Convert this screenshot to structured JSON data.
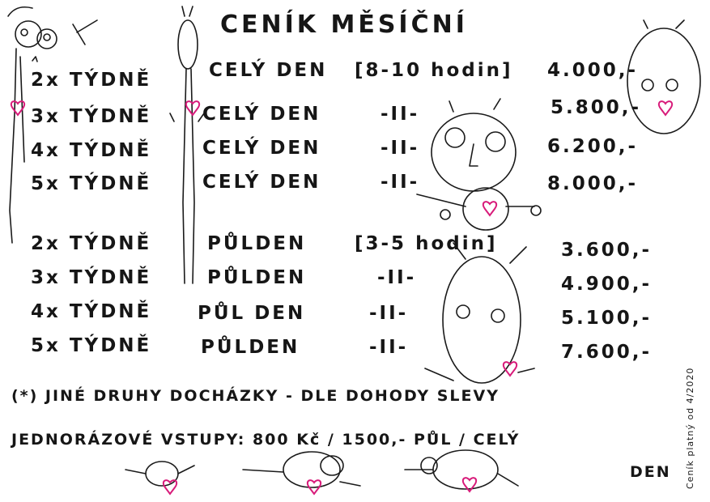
{
  "title": "CENÍK MĚSÍČNÍ",
  "full_day": [
    {
      "freq": "2x TÝDNĚ",
      "type": "CELÝ DEN",
      "note": "[8-10 hodin]",
      "price": "4.000,-"
    },
    {
      "freq": "3x TÝDNĚ",
      "type": "CELÝ DEN",
      "note": "-II-",
      "price": "5.800,-"
    },
    {
      "freq": "4x TÝDNĚ",
      "type": "CELÝ DEN",
      "note": "-II-",
      "price": "6.200,-"
    },
    {
      "freq": "5x TÝDNĚ",
      "type": "CELÝ DEN",
      "note": "-II-",
      "price": "8.000,-"
    }
  ],
  "half_day": [
    {
      "freq": "2x TÝDNĚ",
      "type": "PŮLDEN",
      "note": "[3-5 hodin]",
      "price": "3.600,-"
    },
    {
      "freq": "3x TÝDNĚ",
      "type": "PŮLDEN",
      "note": "-II-",
      "price": "4.900,-"
    },
    {
      "freq": "4x TÝDNĚ",
      "type": "PŮL DEN",
      "note": "-II-",
      "price": "5.100,-"
    },
    {
      "freq": "5x TÝDNĚ",
      "type": "PŮLDEN",
      "note": "-II-",
      "price": "7.600,-"
    }
  ],
  "other_note": "(*) JINÉ DRUHY DOCHÁZKY - DLE DOHODY SLEVY",
  "one_time": "JEDNORÁZOVÉ VSTUPY: 800 Kč / 1500,- PŮL / CELÝ",
  "one_time_tail": "DEN",
  "side_note": "Ceník platný od 4/2020",
  "colors": {
    "ink": "#161616",
    "heart": "#d81b7a"
  }
}
